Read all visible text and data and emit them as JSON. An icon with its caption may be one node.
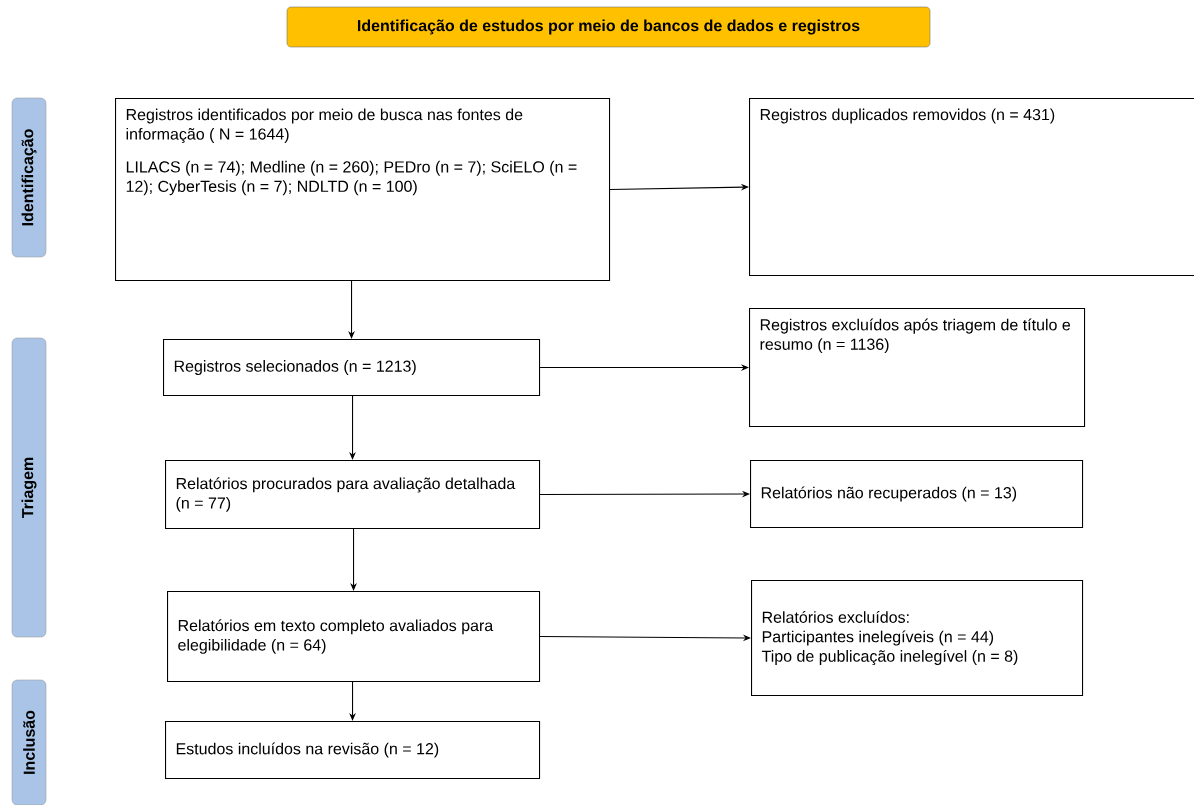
{
  "diagram": {
    "title": "Identificação de estudos por meio de bancos de dados e registros",
    "nodes": [
      {
        "text": [
          "Identificação"
        ]
      },
      {
        "text": [
          "Triagem"
        ]
      },
      {
        "text": [
          "Inclusão"
        ]
      },
      {
        "text": [
          "Registros identificados por meio de busca nas fontes de informação ( N = 1644)",
          "LILACS (n = 74); Medline (n = 260); PEDro (n = 7); SciELO (n = 12); CyberTesis (n = 7); NDLTD (n = 100)"
        ]
      },
      {
        "text": [
          "Registros duplicados removidos (n = 431)"
        ]
      },
      {
        "text": [
          "Registros selecionados (n = 1213)"
        ]
      },
      {
        "text": [
          "Registros excluídos após triagem de título e resumo (n = 1136)"
        ]
      },
      {
        "text": [
          "Relatórios procurados para avaliação detalhada (n = 77)"
        ]
      },
      {
        "text": [
          "Relatórios não recuperados (n = 13)"
        ]
      },
      {
        "text": [
          "Relatórios em texto completo avaliados para elegibilidade (n = 64)"
        ]
      },
      {
        "text": [
          "Relatórios excluídos:",
          "Participantes inelegíveis (n = 44)",
          "Tipo de publicação inelegível (n = 8)"
        ]
      },
      {
        "text": [
          "Estudos incluídos na revisão (n = 12)"
        ]
      }
    ],
    "edges": [
      {
        "from": 3,
        "to": 4,
        "arrow": "to"
      },
      {
        "from": 3,
        "to": 5,
        "arrow": "to"
      },
      {
        "from": 5,
        "to": 6,
        "arrow": "to"
      },
      {
        "from": 5,
        "to": 7,
        "arrow": "to"
      },
      {
        "from": 7,
        "to": 8,
        "arrow": "to"
      },
      {
        "from": 7,
        "to": 9,
        "arrow": "to"
      },
      {
        "from": 9,
        "to": 10,
        "arrow": "to"
      },
      {
        "from": 9,
        "to": 11,
        "arrow": "to"
      }
    ]
  }
}
